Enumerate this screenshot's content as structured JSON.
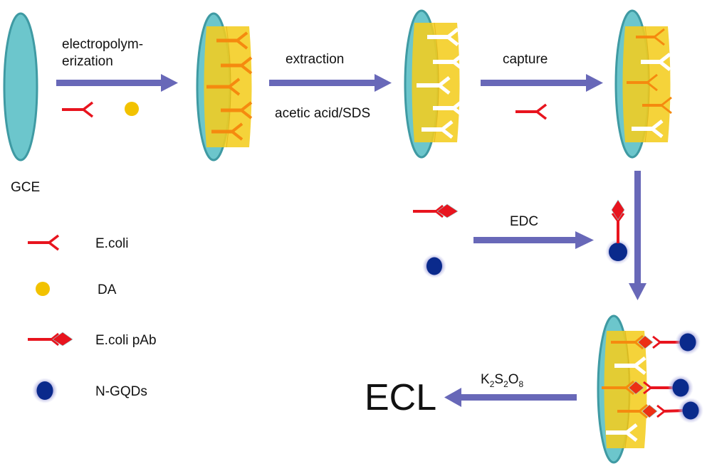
{
  "figure": {
    "electrode_label": "GCE",
    "steps": {
      "electropolymerization": {
        "line1": "electropolym-",
        "line2": "erization"
      },
      "extraction": {
        "label": "extraction",
        "reagent": "acetic acid/SDS"
      },
      "capture": {
        "label": "capture"
      },
      "conjugation": {
        "label": "EDC"
      },
      "detection": {
        "reagent_K": "K",
        "sub1": "2",
        "reagent_S": "S",
        "sub2": "2",
        "reagent_O": "O",
        "sub3": "8",
        "output": "ECL"
      }
    },
    "legend": [
      {
        "icon": "ecoli-antigen-icon",
        "label": "E.coli"
      },
      {
        "icon": "da-monomer-icon",
        "label": "DA"
      },
      {
        "icon": "ecoli-pab-icon",
        "label": "E.coli pAb"
      },
      {
        "icon": "ngqd-icon",
        "label": "N-GQDs"
      }
    ],
    "colors": {
      "electrode": "#6cc6cc",
      "electrode_edge": "#3f9aa3",
      "polymer": "#f4cd1f",
      "arrow": "#6868b8",
      "antigen": "#e8141e",
      "bound_antigen": "#f58a0f",
      "cavity": "#ffffff",
      "ngqd": "#0a2a8c",
      "ngqd_glow": "#a6a6dc",
      "da": "#f2c200"
    }
  }
}
